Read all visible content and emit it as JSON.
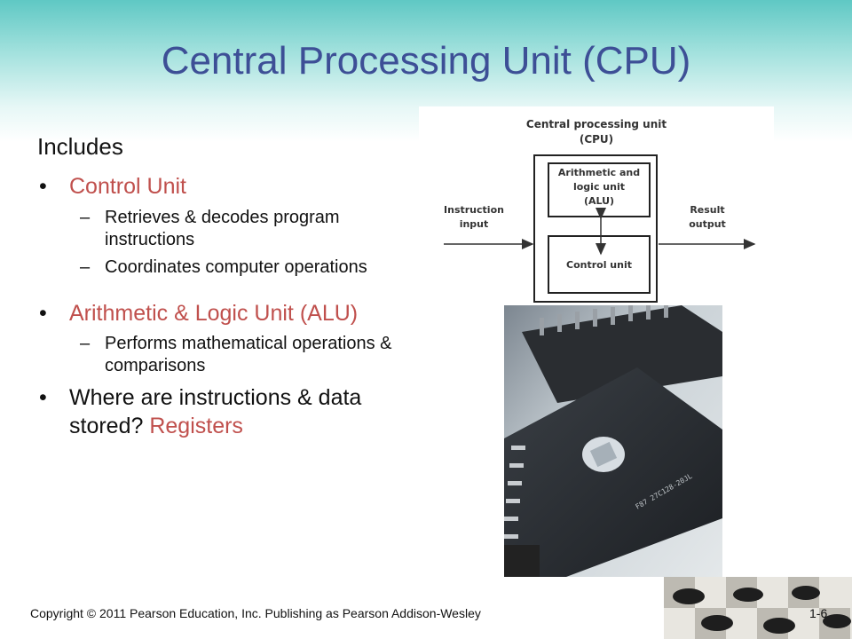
{
  "title": "Central Processing Unit (CPU)",
  "includes": "Includes",
  "bullets": [
    {
      "label": "Control Unit",
      "subs": [
        "Retrieves & decodes program instructions",
        "Coordinates computer operations"
      ]
    },
    {
      "label": "Arithmetic & Logic Unit (ALU)",
      "subs": [
        "Performs mathematical operations & comparisons"
      ]
    }
  ],
  "question": {
    "text": "Where are instructions & data stored?",
    "answer": "Registers"
  },
  "diagram": {
    "cpu_label_line1": "Central processing unit",
    "cpu_label_line2": "(CPU)",
    "alu_line1": "Arithmetic and",
    "alu_line2": "logic unit",
    "alu_line3": "(ALU)",
    "control_unit": "Control unit",
    "input_line1": "Instruction",
    "input_line2": "input",
    "output_line1": "Result",
    "output_line2": "output"
  },
  "footer": "Copyright © 2011 Pearson Education, Inc. Publishing as Pearson Addison-Wesley",
  "page_number": "1-6",
  "colors": {
    "title": "#3d4f96",
    "accent_red": "#c0504d",
    "header_teal": "#5fc8c4"
  }
}
